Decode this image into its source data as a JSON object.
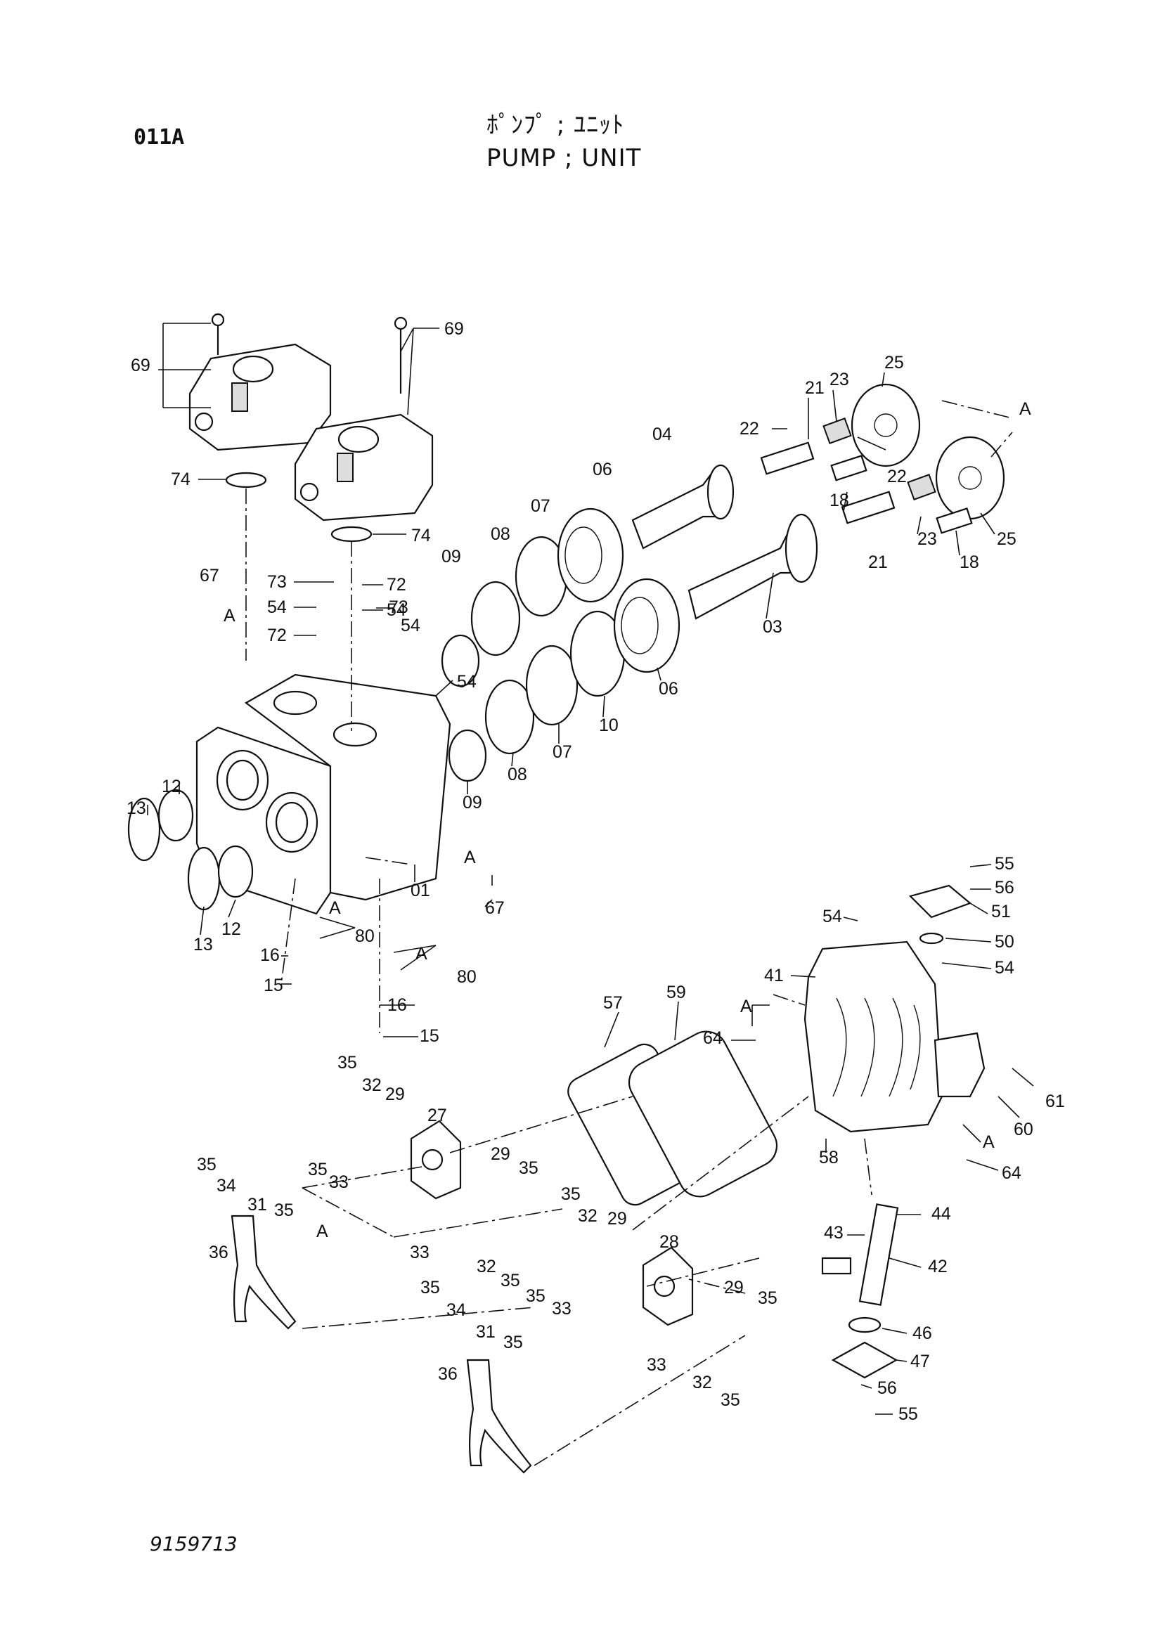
{
  "header": {
    "code": "011A",
    "title_jp": "ﾎﾟﾝﾌﾟ ; ﾕﾆｯﾄ",
    "title_en": "PUMP  ; UNIT",
    "doc_number": "9159713"
  },
  "callouts": [
    {
      "num": "69"
    },
    {
      "num": "69"
    },
    {
      "num": "74"
    },
    {
      "num": "74"
    },
    {
      "num": "67"
    },
    {
      "num": "A"
    },
    {
      "num": "73"
    },
    {
      "num": "54"
    },
    {
      "num": "72"
    },
    {
      "num": "54"
    },
    {
      "num": "72"
    },
    {
      "num": "73"
    },
    {
      "num": "54"
    },
    {
      "num": "09"
    },
    {
      "num": "08"
    },
    {
      "num": "07"
    },
    {
      "num": "06"
    },
    {
      "num": "04"
    },
    {
      "num": "22"
    },
    {
      "num": "21"
    },
    {
      "num": "23"
    },
    {
      "num": "25"
    },
    {
      "num": "A"
    },
    {
      "num": "22"
    },
    {
      "num": "18"
    },
    {
      "num": "21"
    },
    {
      "num": "23"
    },
    {
      "num": "18"
    },
    {
      "num": "25"
    },
    {
      "num": "03"
    },
    {
      "num": "06"
    },
    {
      "num": "10"
    },
    {
      "num": "07"
    },
    {
      "num": "08"
    },
    {
      "num": "09"
    },
    {
      "num": "54"
    },
    {
      "num": "13"
    },
    {
      "num": "12"
    },
    {
      "num": "12"
    },
    {
      "num": "13"
    },
    {
      "num": "01"
    },
    {
      "num": "A"
    },
    {
      "num": "67"
    },
    {
      "num": "A"
    },
    {
      "num": "80"
    },
    {
      "num": "16"
    },
    {
      "num": "15"
    },
    {
      "num": "A"
    },
    {
      "num": "80"
    },
    {
      "num": "16"
    },
    {
      "num": "15"
    },
    {
      "num": "55"
    },
    {
      "num": "56"
    },
    {
      "num": "51"
    },
    {
      "num": "54"
    },
    {
      "num": "50"
    },
    {
      "num": "54"
    },
    {
      "num": "41"
    },
    {
      "num": "57"
    },
    {
      "num": "59"
    },
    {
      "num": "A"
    },
    {
      "num": "64"
    },
    {
      "num": "61"
    },
    {
      "num": "60"
    },
    {
      "num": "58"
    },
    {
      "num": "A"
    },
    {
      "num": "64"
    },
    {
      "num": "44"
    },
    {
      "num": "43"
    },
    {
      "num": "42"
    },
    {
      "num": "46"
    },
    {
      "num": "47"
    },
    {
      "num": "56"
    },
    {
      "num": "55"
    },
    {
      "num": "35"
    },
    {
      "num": "32"
    },
    {
      "num": "29"
    },
    {
      "num": "27"
    },
    {
      "num": "35"
    },
    {
      "num": "33"
    },
    {
      "num": "29"
    },
    {
      "num": "35"
    },
    {
      "num": "35"
    },
    {
      "num": "34"
    },
    {
      "num": "31"
    },
    {
      "num": "35"
    },
    {
      "num": "36"
    },
    {
      "num": "A"
    },
    {
      "num": "33"
    },
    {
      "num": "32"
    },
    {
      "num": "35"
    },
    {
      "num": "35"
    },
    {
      "num": "32"
    },
    {
      "num": "29"
    },
    {
      "num": "28"
    },
    {
      "num": "35"
    },
    {
      "num": "33"
    },
    {
      "num": "29"
    },
    {
      "num": "35"
    },
    {
      "num": "35"
    },
    {
      "num": "34"
    },
    {
      "num": "31"
    },
    {
      "num": "35"
    },
    {
      "num": "36"
    },
    {
      "num": "33"
    },
    {
      "num": "32"
    },
    {
      "num": "35"
    }
  ]
}
